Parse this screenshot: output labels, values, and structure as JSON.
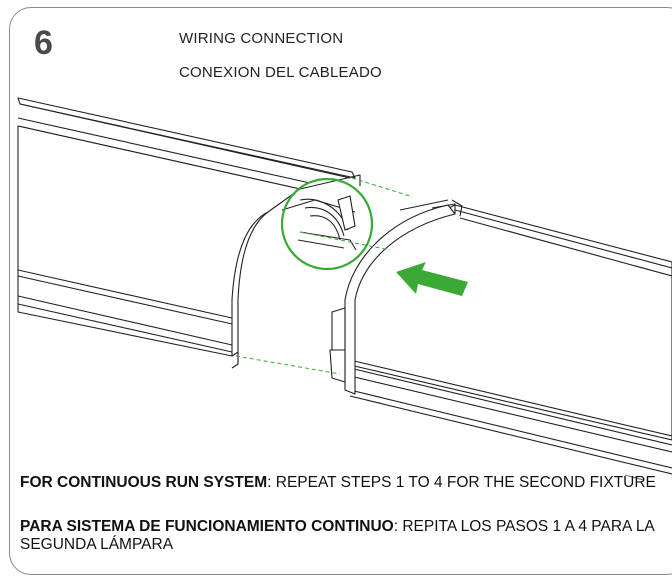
{
  "step": {
    "number": "6"
  },
  "title": {
    "en": "WIRING CONNECTION",
    "es": "CONEXION DEL CABLEADO"
  },
  "instructions": {
    "en_bold": "FOR CONTINUOUS RUN SYSTEM",
    "en_text": ": REPEAT STEPS 1 TO 4 FOR THE SECOND FIXTURE",
    "es_bold": "PARA SISTEMA DE FUNCIONAMIENTO CONTINUO",
    "es_text": ": REPITA LOS PASOS 1 A 4 PARA LA SEGUNDA LÁMPARA"
  },
  "colors": {
    "accent_green": "#3aa935",
    "line": "#222222",
    "dashed_guide": "#3aa935",
    "border": "#8a8a8a"
  },
  "icons": [
    "push-arrow-icon",
    "detail-circle-icon"
  ]
}
